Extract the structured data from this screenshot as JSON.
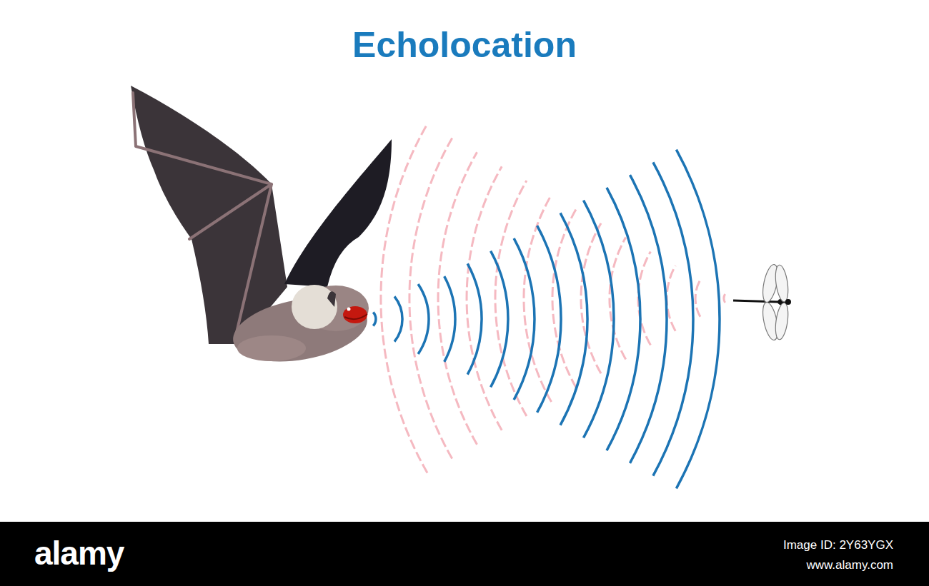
{
  "diagram": {
    "title": "Echolocation",
    "labels": [
      "alamy",
      "Image ID: 2Y63YGX",
      "www.alamy.com"
    ]
  }
}
